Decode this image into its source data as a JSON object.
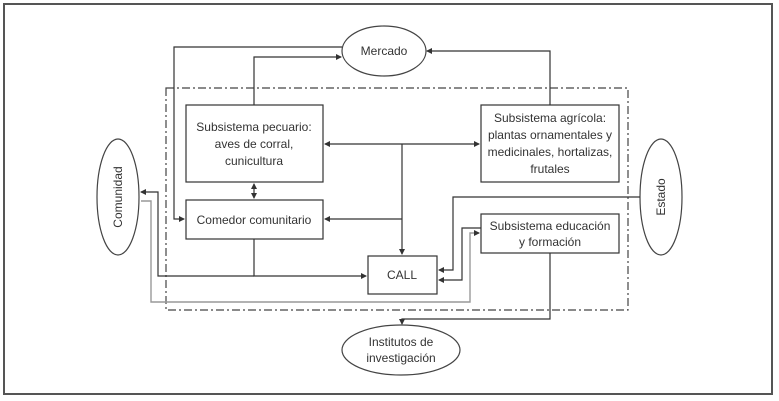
{
  "diagram": {
    "nodes": {
      "mercado": {
        "lines": [
          "Mercado"
        ]
      },
      "comunidad": {
        "lines": [
          "Comunidad"
        ]
      },
      "estado": {
        "lines": [
          "Estado"
        ]
      },
      "institutos": {
        "lines": [
          "Institutos de",
          "investigación"
        ]
      },
      "pecuario": {
        "lines": [
          "Subsistema pecuario:",
          "aves de corral,",
          "cunicultura"
        ]
      },
      "agricola": {
        "lines": [
          "Subsistema agrícola:",
          "plantas ornamentales y",
          "medicinales, hortalizas,",
          "frutales"
        ]
      },
      "comedor": {
        "lines": [
          "Comedor comunitario"
        ]
      },
      "educacion": {
        "lines": [
          "Subsistema educación",
          "y formación"
        ]
      },
      "call": {
        "lines": [
          "CALL"
        ]
      }
    },
    "colors": {
      "line": "#333333",
      "gray_line": "#999999",
      "boundary": "#444444"
    }
  }
}
